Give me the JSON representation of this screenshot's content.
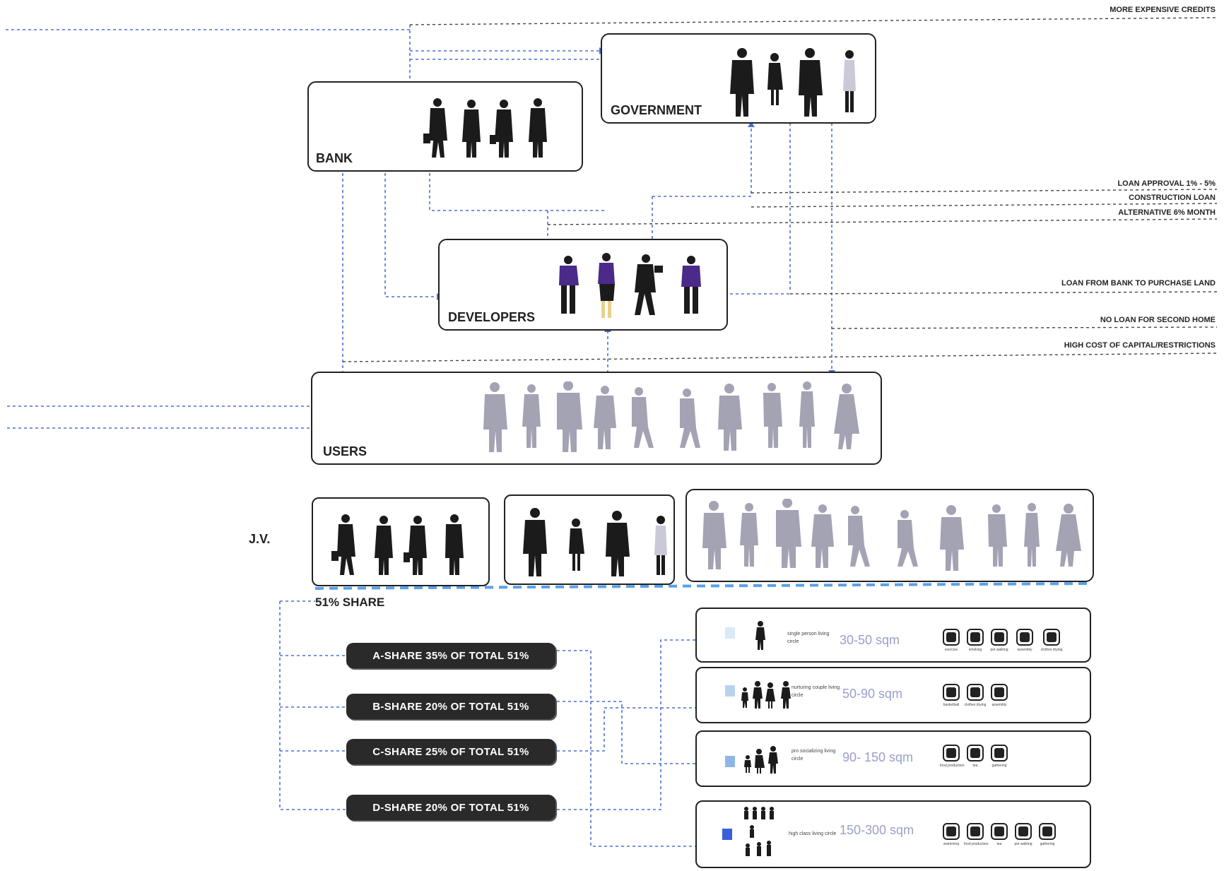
{
  "notes": {
    "more_expensive_credits": "MORE EXPENSIVE CREDITS",
    "loan_approval": "LOAN APPROVAL 1% - 5%",
    "construction_loan": "CONSTRUCTION LOAN",
    "alternative": "ALTERNATIVE 6% MONTH",
    "loan_from_bank": "LOAN FROM BANK TO PURCHASE LAND",
    "no_loan": "NO LOAN FOR SECOND HOME",
    "high_cost": "HIGH COST OF CAPITAL/RESTRICTIONS"
  },
  "actors": {
    "bank": "BANK",
    "government": "GOVERNMENT",
    "developers": "DEVELOPERS",
    "users": "USERS"
  },
  "jv_label": "J.V.",
  "share_label": "51% SHARE",
  "shares": [
    "A-SHARE  35%  OF TOTAL 51%",
    "B-SHARE  20%  OF TOTAL 51%",
    "C-SHARE  25%  OF TOTAL 51%",
    "D-SHARE  20%  OF TOTAL 51%"
  ],
  "units": [
    {
      "circle": "single person living circle",
      "area": "30-50 sqm",
      "swatch": "#dbe8f5",
      "icons": [
        {
          "name": "exercise-icon",
          "cap": "exercise"
        },
        {
          "name": "smoking-icon",
          "cap": "smoking"
        },
        {
          "name": "pet-walking-icon",
          "cap": "pet walking"
        },
        {
          "name": "assembly-icon",
          "cap": "assembly"
        },
        {
          "name": "clothes-drying-icon",
          "cap": "clothes drying"
        }
      ]
    },
    {
      "circle": "nurturing couple living circle",
      "area": "50-90 sqm",
      "swatch": "#b9d3ee",
      "icons": [
        {
          "name": "basketball-icon",
          "cap": "basketball"
        },
        {
          "name": "clothes-drying-icon",
          "cap": "clothes drying"
        },
        {
          "name": "assembly-icon",
          "cap": "assembly"
        }
      ]
    },
    {
      "circle": "pro socializing living circle",
      "area": "90- 150 sqm",
      "swatch": "#8fb6e6",
      "icons": [
        {
          "name": "food-production-icon",
          "cap": "food production"
        },
        {
          "name": "tea-icon",
          "cap": "tea"
        },
        {
          "name": "gathering-icon",
          "cap": "gathering"
        }
      ]
    },
    {
      "circle": "high class living circle",
      "area": "150-300 sqm",
      "swatch": "#3a5fd8",
      "icons": [
        {
          "name": "swimming-icon",
          "cap": "swimming"
        },
        {
          "name": "food-production-icon",
          "cap": "food production"
        },
        {
          "name": "tea-icon",
          "cap": "tea"
        },
        {
          "name": "pet-walking-icon",
          "cap": "pet walking"
        },
        {
          "name": "gathering-icon",
          "cap": "gathering"
        }
      ]
    }
  ],
  "colors": {
    "link": "#4a6fd6",
    "dark_link": "#444444",
    "user_figure": "#a3a3b4",
    "developer_shirt": "#4b2a8a"
  }
}
